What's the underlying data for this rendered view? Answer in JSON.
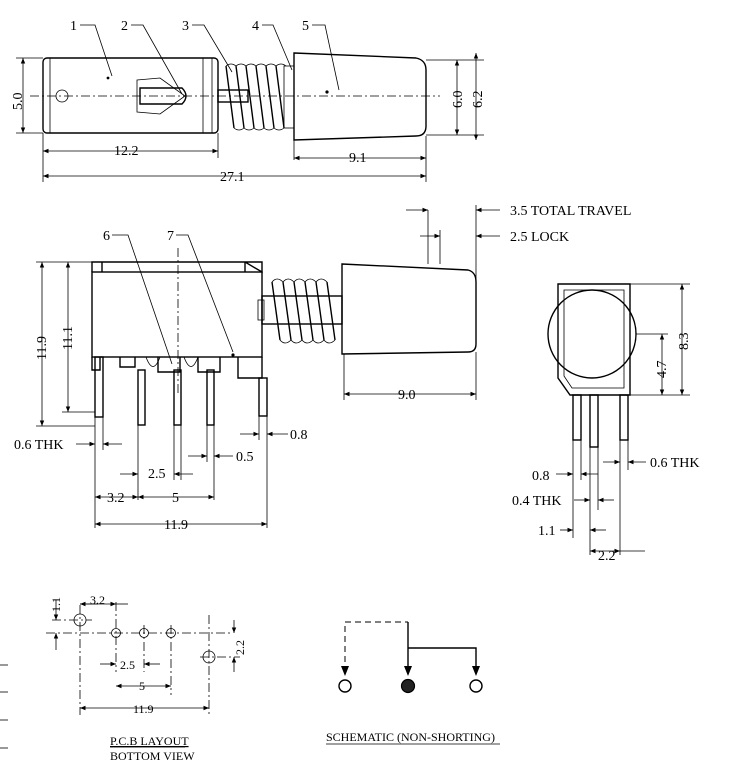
{
  "callouts": [
    "1",
    "2",
    "3",
    "4",
    "5",
    "6",
    "7"
  ],
  "top_view": {
    "dims": {
      "height_body": "5.0",
      "h_cap": "6.0",
      "h_cap_outer": "6.2",
      "body_len": "12.2",
      "cap_len": "9.1",
      "total_len": "27.1"
    }
  },
  "side_view": {
    "dims": {
      "height": "11.9",
      "height_inner": "11.1",
      "cap_len": "9.0",
      "travel": "3.5 TOTAL TRAVEL",
      "lock": "2.5 LOCK",
      "thk": "0.6 THK",
      "pin_w": "0.8",
      "pitch": "2.5",
      "gap": "0.5",
      "x1": "3.2",
      "x2": "5",
      "width": "11.9"
    }
  },
  "front_view": {
    "dims": {
      "h1": "8.3",
      "h2": "4.7",
      "w1": "0.8",
      "thk1": "0.4 THK",
      "thk2": "0.6 THK",
      "w2": "1.1",
      "w3": "2.2"
    }
  },
  "pcb": {
    "dims": {
      "v": "1.1",
      "h1": "3.2",
      "h2": "2.2",
      "pitch": "2.5",
      "span": "5",
      "width": "11.9"
    },
    "caption1": "P.C.B LAYOUT",
    "caption2": "BOTTOM VIEW"
  },
  "schematic": {
    "caption": "SCHEMATIC (NON-SHORTING)"
  }
}
